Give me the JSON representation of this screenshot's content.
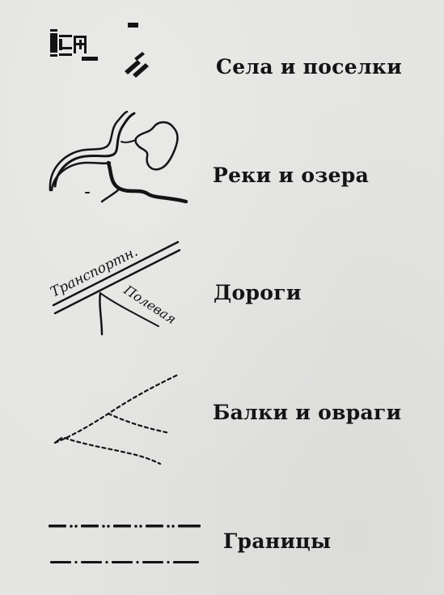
{
  "legend": {
    "items": [
      {
        "id": "settlements",
        "label": "Села и поселки",
        "icon": "settlement-symbols"
      },
      {
        "id": "rivers",
        "label": "Реки и озера",
        "icon": "river-lake-symbol"
      },
      {
        "id": "roads",
        "label": "Дороги",
        "icon": "roads-symbol"
      },
      {
        "id": "ravines",
        "label": "Балки и овраги",
        "icon": "ravine-symbol"
      },
      {
        "id": "borders",
        "label": "Границы",
        "icon": "border-lines-symbol"
      }
    ],
    "road_names": {
      "main": "Транспортн.",
      "secondary": "Полевая"
    }
  },
  "colors": {
    "paper": "#e4e4e2",
    "ink": "#141414"
  }
}
